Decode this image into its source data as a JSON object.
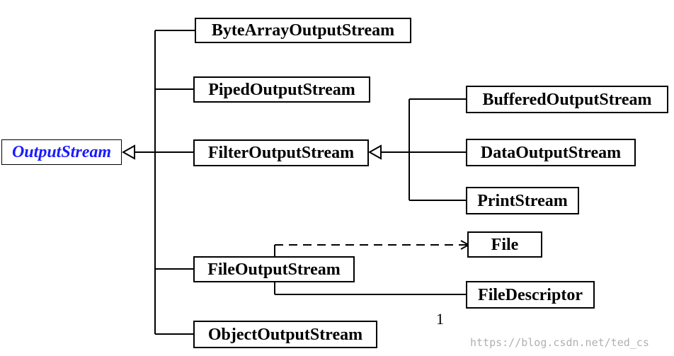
{
  "diagram": {
    "root": "OutputStream",
    "direct_subclasses": [
      "ByteArrayOutputStream",
      "PipedOutputStream",
      "FilterOutputStream",
      "FileOutputStream",
      "ObjectOutputStream"
    ],
    "filter_subclasses": [
      "BufferedOutputStream",
      "DataOutputStream",
      "PrintStream"
    ],
    "file_related": {
      "file": "File",
      "descriptor": "FileDescriptor"
    },
    "footnote": "1",
    "watermark": "https://blog.csdn.net/ted_cs"
  },
  "colors": {
    "root_text": "#1a1aff",
    "line": "#000000",
    "watermark": "#b0b0b0"
  }
}
